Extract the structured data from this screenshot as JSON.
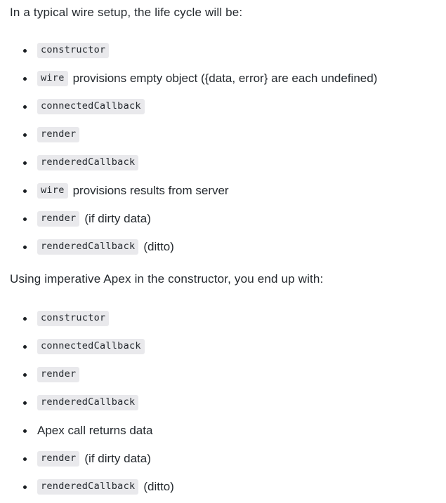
{
  "document": {
    "paragraph_1": "In a typical wire setup, the life cycle will be:",
    "paragraph_2": "Using imperative Apex in the constructor, you end up with:",
    "colors": {
      "text": "#24292e",
      "code_chip_background": "#e9e9ec",
      "page_background": "#ffffff",
      "bullet": "#1b1f23"
    },
    "list_1": [
      {
        "code": "constructor",
        "text": ""
      },
      {
        "code": "wire",
        "text": "provisions empty object ({data, error} are each undefined)"
      },
      {
        "code": "connectedCallback",
        "text": ""
      },
      {
        "code": "render",
        "text": ""
      },
      {
        "code": "renderedCallback",
        "text": ""
      },
      {
        "code": "wire",
        "text": "provisions results from server"
      },
      {
        "code": "render",
        "text": "(if dirty data)"
      },
      {
        "code": "renderedCallback",
        "text": "(ditto)"
      }
    ],
    "list_2": [
      {
        "code": "constructor",
        "text": ""
      },
      {
        "code": "connectedCallback",
        "text": ""
      },
      {
        "code": "render",
        "text": ""
      },
      {
        "code": "renderedCallback",
        "text": ""
      },
      {
        "code": "",
        "text": "Apex call returns data"
      },
      {
        "code": "render",
        "text": "(if dirty data)"
      },
      {
        "code": "renderedCallback",
        "text": "(ditto)"
      }
    ]
  }
}
